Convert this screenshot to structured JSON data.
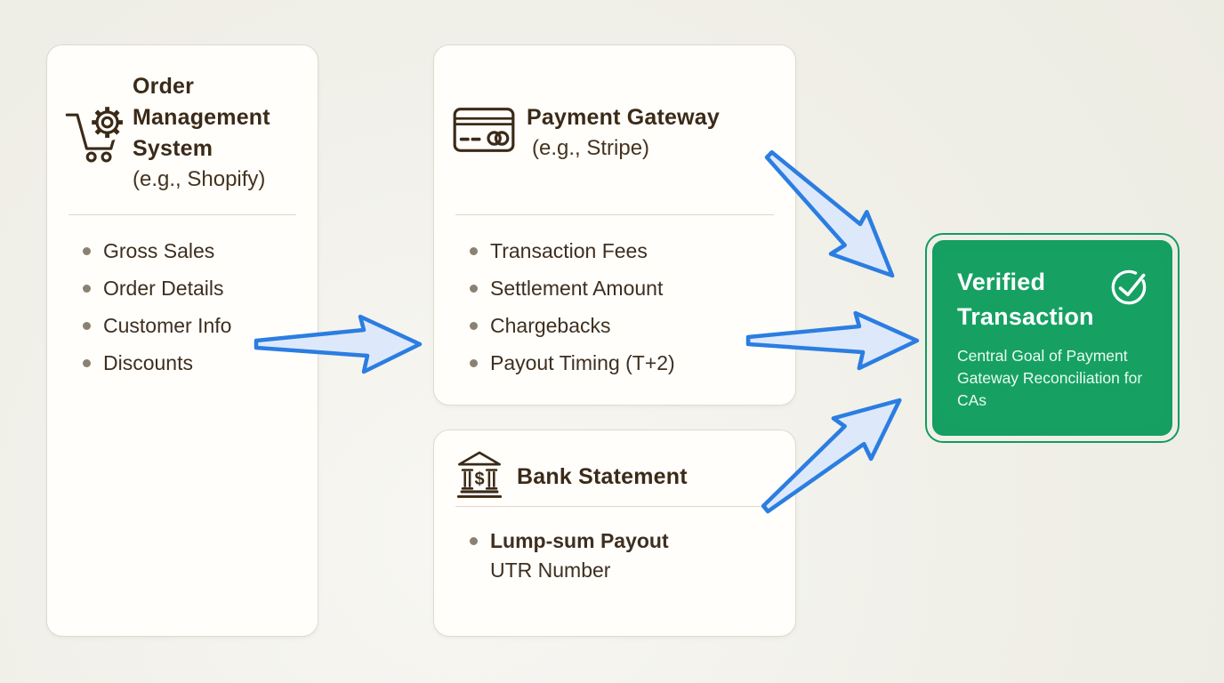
{
  "diagram": {
    "cards": {
      "oms": {
        "icon": "cart-gear-icon",
        "title": "Order Management System",
        "subtitle": "(e.g., Shopify)",
        "items": [
          "Gross Sales",
          "Order Details",
          "Customer Info",
          "Discounts"
        ]
      },
      "gateway": {
        "icon": "credit-card-icon",
        "title": "Payment Gateway",
        "subtitle": "(e.g., Stripe)",
        "items": [
          "Transaction Fees",
          "Settlement Amount",
          "Chargebacks",
          "Payout Timing (T+2)"
        ]
      },
      "bank": {
        "icon": "bank-icon",
        "icon_symbol": "$",
        "title": "Bank Statement",
        "items": [
          {
            "label": "Lump-sum Payout",
            "sub": "UTR Number"
          }
        ]
      },
      "goal": {
        "icon": "check-circle-icon",
        "title": "Verified Transaction",
        "description": "Central Goal of Payment Gateway Reconciliation for CAs"
      }
    },
    "arrows": [
      {
        "from": "order-management-system",
        "to": "payment-gateway"
      },
      {
        "from": "payment-gateway",
        "to": "verified-transaction"
      },
      {
        "from": "payment-gateway",
        "to": "verified-transaction"
      },
      {
        "from": "bank-statement",
        "to": "verified-transaction"
      }
    ],
    "colors": {
      "background": "#f0efe8",
      "card_background": "#fffefb",
      "card_border": "#dedbd1",
      "heading_text": "#3b2a18",
      "body_text": "#3e2f20",
      "bullet_dot": "#8b8173",
      "divider": "#ddd8cc",
      "goal_fill": "#16a163",
      "goal_border": "#119c5d",
      "goal_text": "#ffffff",
      "arrow_fill": "#dde9fb",
      "arrow_stroke": "#2b7de1"
    }
  }
}
